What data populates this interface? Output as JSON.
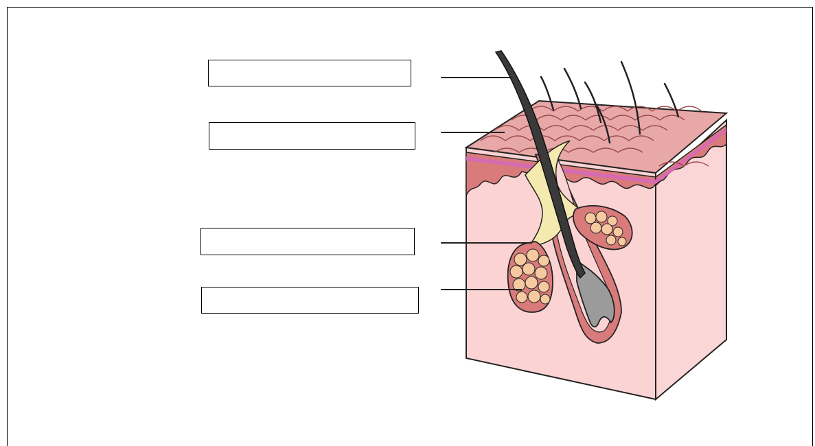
{
  "labels": [
    {
      "id": "hair-shaft-label",
      "text": ""
    },
    {
      "id": "epidermis-label",
      "text": ""
    },
    {
      "id": "sebum-label",
      "text": ""
    },
    {
      "id": "sebaceous-gland-label",
      "text": ""
    }
  ],
  "colors": {
    "skin_surface": "#e8a8a8",
    "skin_scale_line": "#9a4a4a",
    "dermis_top": "#d97b7b",
    "pink_stripe": "#d66bb0",
    "dermis": "#fbd3d3",
    "side_face": "#fbd6d6",
    "hair": "#3a3a3a",
    "bulb": "#9b9b9b",
    "sebum": "#f4eab0",
    "gland_cells": "#f7c9a0",
    "outline": "#222222"
  }
}
